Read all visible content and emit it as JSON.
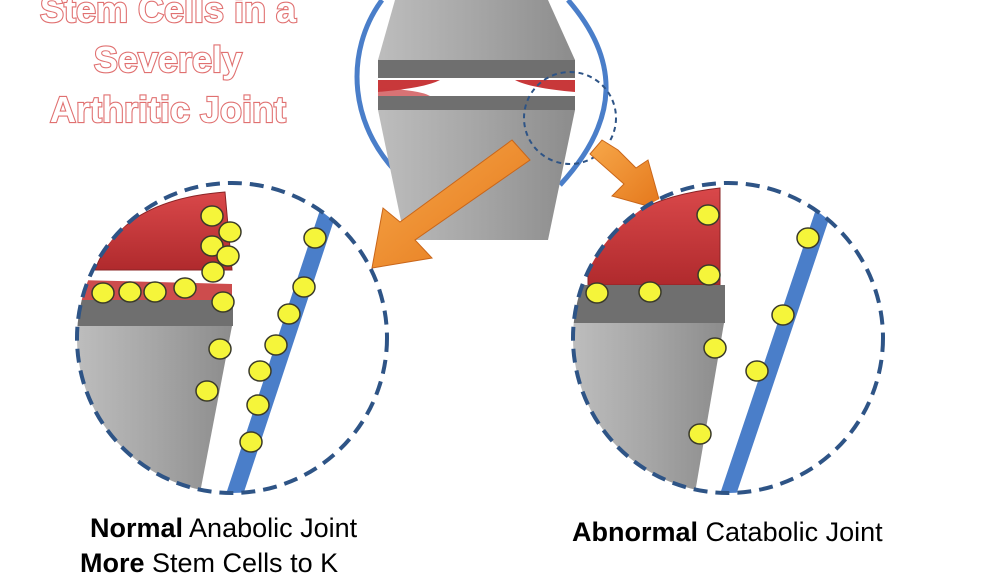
{
  "title": {
    "lines": [
      "Stem Cells in a",
      "Severely",
      "Arthritic Joint"
    ]
  },
  "captions": {
    "normal": {
      "line1_bold": "Normal",
      "line1_rest": "Anabolic Joint",
      "line2_bold": "More",
      "line2_rest": "Stem Cells to K"
    },
    "abnormal": {
      "line1_bold": "Abnormal",
      "line1_rest": "Catabolic Joint"
    }
  },
  "colors": {
    "cartilage": "#c8383a",
    "bone": "#a9a9a9",
    "bone_dark": "#6f6f6f",
    "synovium": "#4a7ec9",
    "stem_cell": "#f5f53a",
    "arrow": "#f08a24",
    "outline_dash": "#2e5486",
    "title_stroke": "#e07070"
  },
  "stem_cells": {
    "normal_count": 19,
    "abnormal_count": 9
  }
}
